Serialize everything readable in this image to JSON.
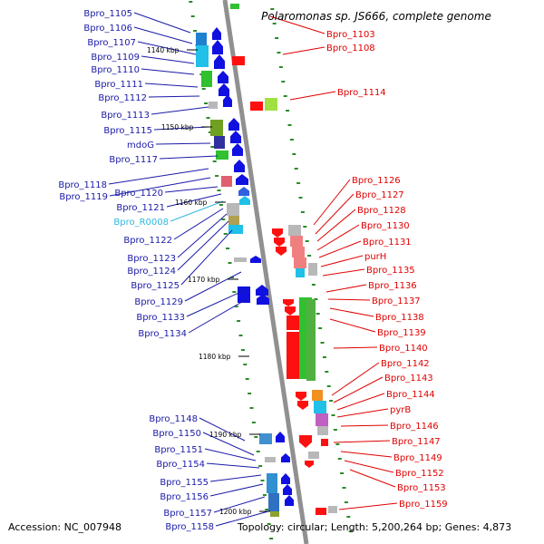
{
  "title": "Polaromonas sp. JS666, complete genome",
  "footer": {
    "accession": "Accession: NC_007948",
    "topology": "Topology: circular; Length: 5,200,264 bp; Genes: 4,873"
  },
  "colors": {
    "left_label": "#1a1aa8",
    "right_label": "#e00000",
    "rna_label": "#30b8e0",
    "backbone": "#909090",
    "tick": "#2a8a2a"
  },
  "scale_marks": [
    "1140 kbp",
    "1150 kbp",
    "1160 kbp",
    "1170 kbp",
    "1180 kbp",
    "1190 kbp",
    "1200 kbp"
  ],
  "left_labels": [
    "Bpro_1105",
    "Bpro_1106",
    "Bpro_1107",
    "Bpro_1109",
    "Bpro_1110",
    "Bpro_1111",
    "Bpro_1112",
    "Bpro_1113",
    "Bpro_1115",
    "mdoG",
    "Bpro_1117",
    "Bpro_1118",
    "Bpro_1119",
    "Bpro_1120",
    "Bpro_1121",
    "Bpro_R0008",
    "Bpro_1122",
    "Bpro_1123",
    "Bpro_1124",
    "Bpro_1125",
    "Bpro_1129",
    "Bpro_1133",
    "Bpro_1134",
    "Bpro_1148",
    "Bpro_1150",
    "Bpro_1151",
    "Bpro_1154",
    "Bpro_1155",
    "Bpro_1156",
    "Bpro_1157",
    "Bpro_1158"
  ],
  "right_labels": [
    "Bpro_1103",
    "Bpro_1108",
    "Bpro_1114",
    "Bpro_1126",
    "Bpro_1127",
    "Bpro_1128",
    "Bpro_1130",
    "Bpro_1131",
    "purH",
    "Bpro_1135",
    "Bpro_1136",
    "Bpro_1137",
    "Bpro_1138",
    "Bpro_1139",
    "Bpro_1140",
    "Bpro_1142",
    "Bpro_1143",
    "Bpro_1144",
    "pyrB",
    "Bpro_1146",
    "Bpro_1147",
    "Bpro_1149",
    "Bpro_1152",
    "Bpro_1153",
    "Bpro_1159"
  ]
}
